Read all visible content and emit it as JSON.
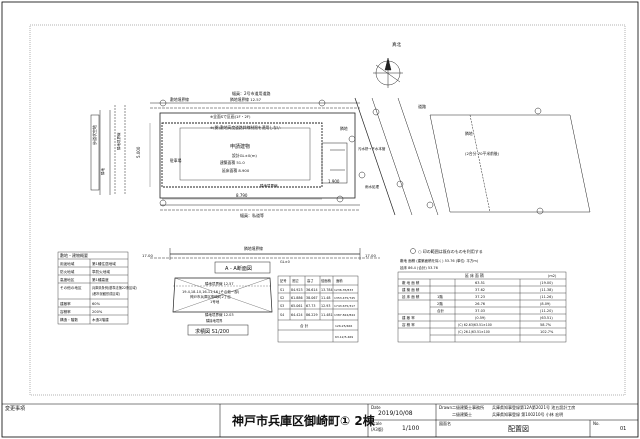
{
  "page": {
    "border_color": "#000000",
    "line_color": "#222222"
  },
  "north": {
    "label": "真北"
  },
  "site_plan": {
    "road_top": "幅員：2号市道用道路",
    "road_bottom": "幅員：私道等",
    "boundary_top": "隣地境界線 12.57",
    "boundary_label": "隣地境界線",
    "setback_1": "敷地境界線",
    "building_label": "申請建物",
    "building_info_1": "設計GL±0(m)",
    "building_info_2": "建築面積 51.0",
    "building_info_3": "延床面積 8.900",
    "area_note_1": "※全面Sで区画(1F・2F)",
    "area_note_2": "※(開)敷地高度道路斜線制限を適用しない",
    "dim_bottom": "8.790",
    "dim_left": "5.000",
    "dim_right": "1.900",
    "side_label": "駐車場",
    "side_note": "隣地",
    "right_note_1": "汚水枡→下水本管",
    "right_note_2": "雨水処理",
    "right_road": "道路",
    "right_block_1": "隣地",
    "right_block_2": "(2台分 70平米前後)",
    "left_vertical": "歩道状空地",
    "left_label_1": "隣地境界線",
    "left_label_2": "隣地"
  },
  "legend_note": "○ 印の範囲は既存のものを利用する",
  "section": {
    "label_top": "隣地境界線",
    "badge": "A - A断面図",
    "left_val": "17.00",
    "right_val": "17.00",
    "level": "GL±0"
  },
  "overview": {
    "title": "敷地・建物概要",
    "rows": [
      {
        "k": "用途地域",
        "v": "第1種住居地域"
      },
      {
        "k": "防火地域",
        "v": "準防火地域"
      },
      {
        "k": "高度地区",
        "v": "第1種高度"
      },
      {
        "k": "その他の地区",
        "v": "兵庫県条例(基準法第22条区域)"
      },
      {
        "k": "",
        "v": "(都市景観形成区域)"
      },
      {
        "k": "建蔽率",
        "v": "60%"
      },
      {
        "k": "容積率",
        "v": "200%"
      },
      {
        "k": "構造・階数",
        "v": "木造2階建"
      }
    ]
  },
  "area_calc": {
    "label_1": "隣地境界線 12.57",
    "label_2": "19.4,18-10,16-11,16 (その他一部)",
    "label_3": "神戸市兵庫区御崎町2丁目",
    "label_4": "1号地",
    "label_5": "隣地境界線 12.03",
    "label_6": "隣接地境界",
    "caption": "求積図 S1/200"
  },
  "area_table": {
    "header": [
      "記号",
      "底辺",
      "高さ",
      "倍面積",
      "面積"
    ],
    "rows": [
      [
        "S1",
        "84.923",
        "36.614",
        "13.784",
        "1236.35/833"
      ],
      [
        "S2",
        "61.886",
        "38.067",
        "11.48",
        "1353.475/745"
      ],
      [
        "S3",
        "65.061",
        "67.73",
        "12.93",
        "1743.675/317"
      ],
      [
        "S4",
        "64.424",
        "86.229",
        "11.481",
        "1387.824/844"
      ]
    ],
    "sum_label": "合 計",
    "sum_1": "126.25/466",
    "sum_2": "63.12/5.469"
  },
  "floor_table": {
    "heading": "延 床 面 積",
    "caption_1": "敷地 面積 (建築面積を除く) 53.76 (単位: 平方m)",
    "caption_2": "延床 86.4 (合計) 53.76",
    "unit": "(m2)",
    "rows": [
      [
        "敷 地 面 積",
        "",
        "63.51",
        "(19.00)"
      ],
      [
        "建 築 面 積",
        "",
        "37.62",
        "(11.38)"
      ],
      [
        "延 床 面 積",
        "1階",
        "37.23",
        "(11.26)"
      ],
      [
        "",
        "2階",
        "26.76",
        "(8.09)"
      ],
      [
        "",
        "合計",
        "37.03",
        "(11.20)"
      ],
      [
        "建 蔽 率",
        "",
        "(0.59)",
        "(63.51)"
      ],
      [
        "容 積 率",
        "",
        "(C) 62.63/63.51×100",
        "58.7%"
      ],
      [
        "",
        "",
        "(C) 26.1/63.51×100",
        "102.7%"
      ]
    ]
  },
  "title_block": {
    "revision_label": "変更事項",
    "date_label": "Date",
    "date": "2019/10/08",
    "drawn_label": "Drawn",
    "office_1": "二級建築士事務所",
    "office_1_detail": "兵庫県知事登録第12A第2021号 池五設計工房",
    "office_2": "二級建築士",
    "office_2_detail": "兵庫県知事登録 第100210号 小林 宏明",
    "project_title": "神戸市兵庫区御崎町① 2棟",
    "scale_label": "Scale",
    "scale_sub": "(A3版)",
    "scale": "1/100",
    "sheet_label": "図面名",
    "sheet_title": "配置図",
    "number_label": "No.",
    "number": "01"
  }
}
